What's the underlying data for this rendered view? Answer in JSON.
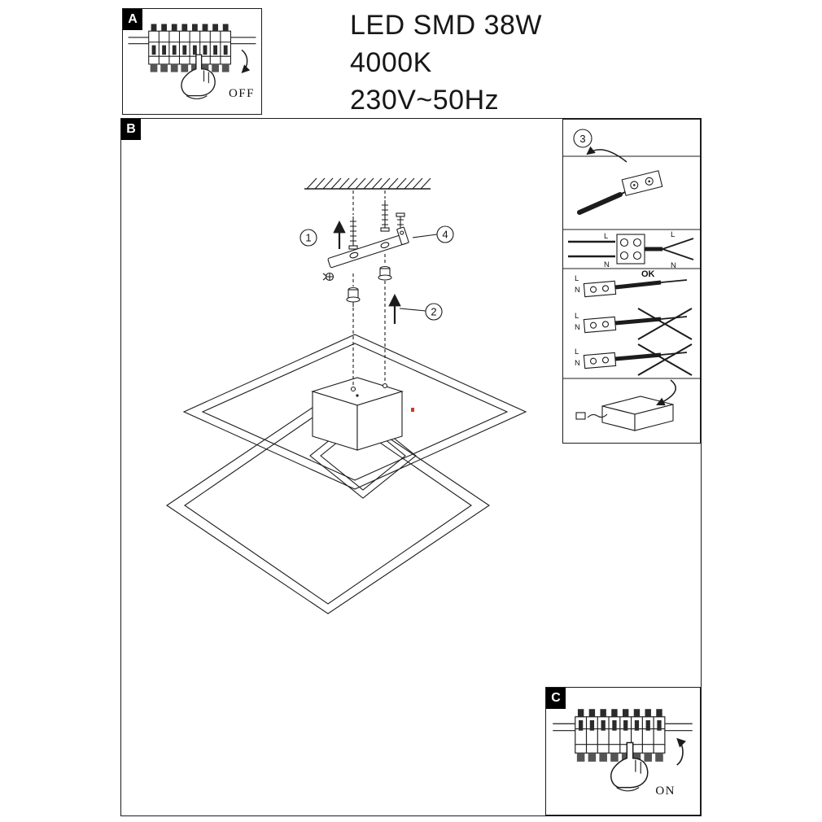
{
  "title": {
    "line1": "LED SMD 38W",
    "line2": "4000K",
    "line3": "230V~50Hz"
  },
  "panelA": {
    "label": "A",
    "state": "OFF"
  },
  "panelB": {
    "label": "B",
    "step1": "1",
    "step2": "2",
    "step4": "4"
  },
  "step3": {
    "number": "3",
    "split": {
      "left_l": "L",
      "left_n": "N",
      "right_l": "L",
      "right_n": "N"
    },
    "ok": {
      "l": "L",
      "n": "N",
      "text": "OK"
    },
    "bad1": {
      "l": "L",
      "n": "N"
    },
    "bad2": {
      "l": "L",
      "n": "N"
    }
  },
  "panelC": {
    "label": "C",
    "state": "ON"
  }
}
